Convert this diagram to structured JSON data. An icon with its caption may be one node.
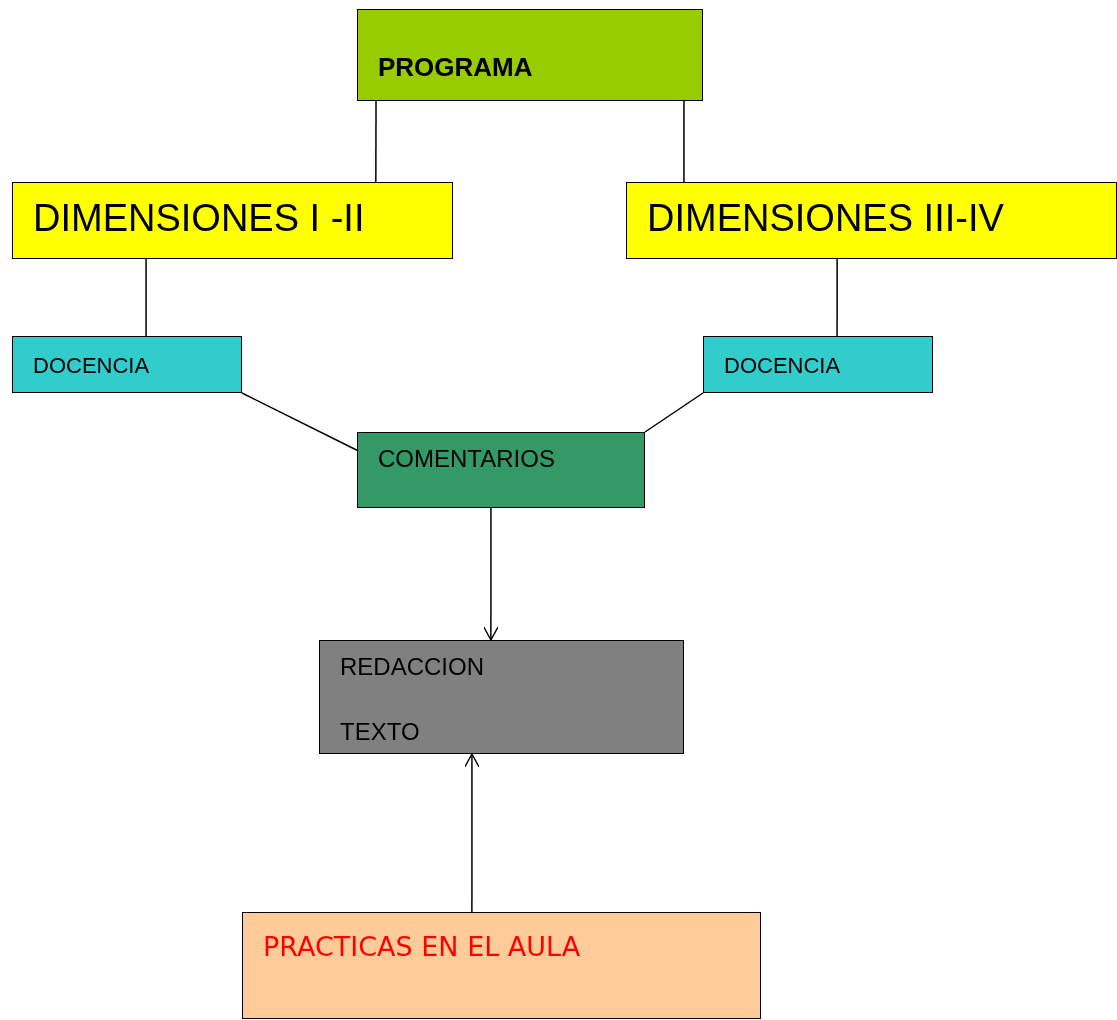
{
  "diagram": {
    "nodes": [
      {
        "text": [
          "PROGRAMA"
        ]
      },
      {
        "text": [
          "DIMENSIONES I -II"
        ]
      },
      {
        "text": [
          "DIMENSIONES III-IV"
        ]
      },
      {
        "text": [
          "DOCENCIA"
        ]
      },
      {
        "text": [
          "DOCENCIA"
        ]
      },
      {
        "text": [
          "COMENTARIOS"
        ]
      },
      {
        "text": [
          "REDACCION",
          "TEXTO"
        ]
      },
      {
        "text": [
          "PRACTICAS EN EL AULA"
        ]
      }
    ],
    "edges": [
      {
        "from": 0,
        "to": 1,
        "arrow": "none"
      },
      {
        "from": 0,
        "to": 2,
        "arrow": "none"
      },
      {
        "from": 1,
        "to": 3,
        "arrow": "none"
      },
      {
        "from": 2,
        "to": 4,
        "arrow": "none"
      },
      {
        "from": 3,
        "to": 5,
        "arrow": "none"
      },
      {
        "from": 4,
        "to": 5,
        "arrow": "none"
      },
      {
        "from": 5,
        "to": 6,
        "arrow": "to"
      },
      {
        "from": 7,
        "to": 6,
        "arrow": "to"
      }
    ]
  }
}
